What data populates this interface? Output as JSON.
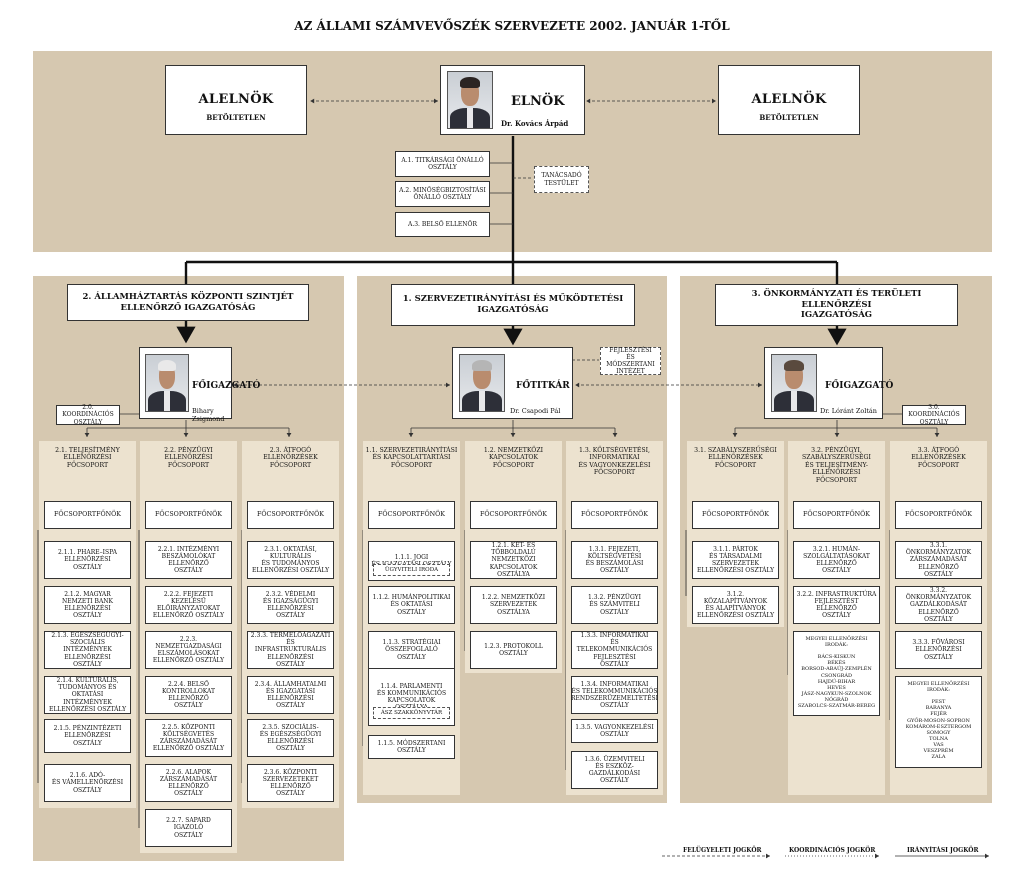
{
  "title": "AZ ÁLLAMI SZÁMVEVŐSZÉK SZERVEZETE 2002. JANUÁR 1-TŐL",
  "top": {
    "left": {
      "title": "ALELNÖK",
      "sub": "BETÖLTETLEN"
    },
    "center": {
      "title": "ELNÖK",
      "sub": "Dr. Kovács Árpád"
    },
    "right": {
      "title": "ALELNÖK",
      "sub": "BETÖLTETLEN"
    },
    "units": [
      "A.1. TITKÁRSÁGI ÖNÁLLÓ\nOSZTÁLY",
      "A.2. MINŐSÉGBIZTOSÍTÁSI\nÖNÁLLÓ OSZTÁLY",
      "A.3. BELSŐ ELLENŐR"
    ],
    "advisory": "TANÁCSADÓ\nTESTÜLET"
  },
  "directorates": [
    {
      "title": "2. ÁLLAMHÁZTARTÁS KÖZPONTI SZINTJÉT\nELLENŐRZŐ IGAZGATÓSÁG",
      "leader_title": "FŐIGAZGATÓ",
      "leader_name": "Bihary Zsigmond",
      "coord": "2.0. KOORDINÁCIÓS\nOSZTÁLY",
      "groups": [
        {
          "title": "2.1. TELJESÍTMÉNY\nELLENŐRZÉSI\nFŐCSOPORT",
          "chief": "FŐCSOPORTFŐNÖK",
          "items": [
            "2.1.1. PHARE–ISPA\nELLENŐRZÉSI\nOSZTÁLY",
            "2.1.2. MAGYAR\nNEMZETI BANK\nELLENŐRZÉSI\nOSZTÁLY",
            "2.1.3. EGÉSZSÉGÜGYI-\nSZOCIÁLIS INTÉZMÉNYEK\nELLENŐRZÉSI\nOSZTÁLY",
            "2.1.4. KULTURÁLIS,\nTUDOMÁNYOS ÉS\nOKTATÁSI INTÉZMÉNYEK\nELLENŐRZÉSI OSZTÁLY",
            "2.1.5. PÉNZINTÉZETI\nELLENŐRZÉSI\nOSZTÁLY",
            "2.1.6. ADÓ-\nÉS VÁMELLENŐRZÉSI\nOSZTÁLY"
          ]
        },
        {
          "title": "2.2. PÉNZÜGYI\nELLENŐRZÉSI\nFŐCSOPORT",
          "chief": "FŐCSOPORTFŐNÖK",
          "items": [
            "2.2.1. INTÉZMÉNYI\nBESZÁMOLÓKAT\nELLENŐRZŐ\nOSZTÁLY",
            "2.2.2. FEJEZETI KEZELÉSŰ\nELŐIRÁNYZATOKAT\nELLENŐRZŐ OSZTÁLY",
            "2.2.3. NEMZETGAZDASÁGI\nELSZÁMOLÁSOKAT\nELLENŐRZŐ OSZTÁLY",
            "2.2.4. BELSŐ\nKONTROLLOKAT\nELLENŐRZŐ\nOSZTÁLY",
            "2.2.5. KÖZPONTI\nKÖLTSÉGVETÉS\nZÁRSZÁMADÁSÁT\nELLENŐRZŐ OSZTÁLY",
            "2.2.6. ALAPOK\nZÁRSZÁMADÁSÁT\nELLENŐRZŐ\nOSZTÁLY",
            "2.2.7. SAPARD\nIGAZOLÓ\nOSZTÁLY"
          ]
        },
        {
          "title": "2.3. ÁTFOGÓ\nELLENŐRZÉSEK\nFŐCSOPORT",
          "chief": "FŐCSOPORTFŐNÖK",
          "items": [
            "2.3.1. OKTATÁSI,\nKULTURÁLIS\nÉS TUDOMÁNYOS\nELLENŐRZÉSI OSZTÁLY",
            "2.3.2. VÉDELMI\nÉS IGAZSÁGÜGYI\nELLENŐRZÉSI\nOSZTÁLY",
            "2.3.3. TERMELŐÁGAZATI\nÉS INFRASTRUKTURÁLIS\nELLENŐRZÉSI\nOSZTÁLY",
            "2.3.4. ÁLLAMHATALMI\nÉS IGAZGATÁSI\nELLENŐRZÉSI\nOSZTÁLY",
            "2.3.5. SZOCIÁLIS-\nÉS EGÉSZSÉGÜGYI\nELLENŐRZÉSI\nOSZTÁLY",
            "2.3.6. KÖZPONTI\nSZERVEZETEKET\nELLENŐRZŐ\nOSZTÁLY"
          ]
        }
      ]
    },
    {
      "title": "1. SZERVEZETIRÁNYÍTÁSI ÉS MŰKÖDTETÉSI\nIGAZGATÓSÁG",
      "leader_title": "FŐTITKÁR",
      "leader_name": "Dr. Csapodi Pál",
      "aux": "FEJLESZTÉSI\nÉS MÓDSZERTANI\nINTÉZET",
      "groups": [
        {
          "title": "1.1. SZERVEZETIRÁNYÍTÁSI\nÉS KAPCSOLATTARTÁSI\nFŐCSOPORT",
          "chief": "FŐCSOPORTFŐNÖK",
          "items": [
            "1.1.1. JOGI\nÉS IGAZGATÁSI OSZTÁLY",
            "1.1.2. HUMÁNPOLITIKAI\nÉS OKTATÁSI\nOSZTÁLY",
            "1.1.3. STRATÉGIAI\nÖSSZEFOGLALÓ\nOSZTÁLY",
            "1.1.4. PARLAMENTI\nÉS KOMMUNIKÁCIÓS\nKAPCSOLATOK\nOSZTÁLYA",
            "1.1.5. MÓDSZERTANI\nOSZTÁLY"
          ],
          "sub1": "ÜGYVITELI IRODA",
          "sub4": "ÁSZ SZAKKÖNYVTÁR"
        },
        {
          "title": "1.2. NEMZETKÖZI\nKAPCSOLATOK\nFŐCSOPORT",
          "chief": "FŐCSOPORTFŐNÖK",
          "items": [
            "1.2.1. KÉT- ÉS\nTÖBBOLDALÚ\nNEMZETKÖZI\nKAPCSOLATOK OSZTÁLYA",
            "1.2.2. NEMZETKÖZI\nSZERVEZETEK\nOSZTÁLYA",
            "1.2.3. PROTOKOLL\nOSZTÁLY"
          ]
        },
        {
          "title": "1.3. KÖLTSÉGVETÉSI,\nINFORMATIKAI\nÉS VAGYONKEZELÉSI\nFŐCSOPORT",
          "chief": "FŐCSOPORTFŐNÖK",
          "items": [
            "1.3.1. FEJEZETI,\nKÖLTSÉGVETÉSI\nÉS BESZÁMOLÁSI\nOSZTÁLY",
            "1.3.2. PÉNZÜGYI\nÉS SZÁMVITELI\nOSZTÁLY",
            "1.3.3. INFORMATIKAI\nÉS TELEKOMMUNIKÁCIÓS\nFEJLESZTÉSI\nOSZTÁLY",
            "1.3.4. INFORMATIKAI\nÉS TELEKOMMUNIKÁCIÓS\nRENDSZERÜZEMELTETÉSI\nOSZTÁLY",
            "1.3.5. VAGYONKEZELÉSI\nOSZTÁLY",
            "1.3.6. ÜZEMVITELI\nÉS ESZKÖZ-\nGAZDÁLKODÁSI\nOSZTÁLY"
          ]
        }
      ]
    },
    {
      "title": "3. ÖNKORMÁNYZATI ÉS TERÜLETI ELLENŐRZÉSI\nIGAZGATÓSÁG",
      "leader_title": "FŐIGAZGATÓ",
      "leader_name": "Dr. Lóránt Zoltán",
      "coord": "3.0. KOORDINÁCIÓS\nOSZTÁLY",
      "groups": [
        {
          "title": "3.1. SZABÁLYSZERŰSÉGI\nELLENŐRZÉSEK\nFŐCSOPORT",
          "chief": "FŐCSOPORTFŐNÖK",
          "items": [
            "3.1.1. PÁRTOK\nÉS TÁRSADALMI\nSZERVEZETEK\nELLENŐRZÉSI OSZTÁLY",
            "3.1.2. KÖZALAPÍTVÁNYOK\nÉS ALAPÍTVÁNYOK\nELLENŐRZÉSI OSZTÁLY"
          ]
        },
        {
          "title": "3.2. PÉNZÜGYI,\nSZABÁLYSZERŰSÉGI\nÉS TELJESÍTMÉNY-\nELLENŐRZÉSI\nFŐCSOPORT",
          "chief": "FŐCSOPORTFŐNÖK",
          "items": [
            "3.2.1. HUMÁN-\nSZOLGÁLTATÁSOKAT\nELLENŐRZŐ\nOSZTÁLY",
            "3.2.2. INFRASTRUKTÚRA\nFEJLESZTÉST\nELLENŐRZŐ\nOSZTÁLY"
          ],
          "regions": "MEGYEI ELLENŐRZÉSI\nIRODÁK:\n\nBÁCS-KISKUN\nBÉKÉS\nBORSOD-ABAÚJ-ZEMPLÉN\nCSONGRÁD\nHAJDÚ-BIHAR\nHEVES\nJÁSZ-NAGYKUN-SZOLNOK\nNÓGRÁD\nSZABOLCS-SZATMÁR-BEREG"
        },
        {
          "title": "3.3. ÁTFOGÓ\nELLENŐRZÉSEK\nFŐCSOPORT",
          "chief": "FŐCSOPORTFŐNÖK",
          "items": [
            "3.3.1. ÖNKORMÁNYZATOK\nZÁRSZÁMADÁSÁT\nELLENŐRZŐ\nOSZTÁLY",
            "3.3.2. ÖNKORMÁNYZATOK\nGAZDÁLKODÁSÁT\nELLENŐRZŐ\nOSZTÁLY",
            "3.3.3. FŐVÁROSI\nELLENŐRZÉSI\nOSZTÁLY"
          ],
          "regions": "MEGYEI ELLENŐRZÉSI\nIRODÁK:\n\nPEST\nBARANYA\nFEJÉR\nGYŐR-MOSON-SOPRON\nKOMÁROM-ESZTERGOM\nSOMOGY\nTOLNA\nVAS\nVESZPRÉM\nZALA"
        }
      ]
    }
  ],
  "legend": {
    "supervisory": "FELÜGYELETI JOGKÖR",
    "coordination": "KOORDINÁCIÓS JOGKÖR",
    "control": "IRÁNYÍTÁSI JOGKÖR"
  }
}
